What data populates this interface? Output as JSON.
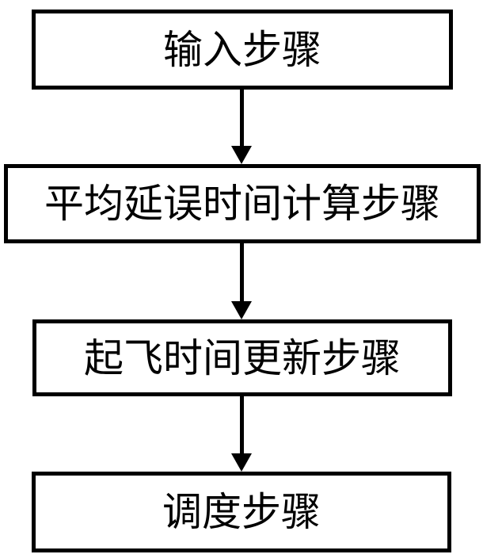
{
  "diagram": {
    "type": "flowchart",
    "direction": "top-to-bottom",
    "colors": {
      "background": "#ffffff",
      "border": "#000000",
      "text": "#000000",
      "arrow": "#000000"
    },
    "nodes": [
      {
        "id": "input-step",
        "label": "输入步骤"
      },
      {
        "id": "average-delay-time-calculation-step",
        "label": "平均延误时间计算步骤"
      },
      {
        "id": "takeoff-time-update-step",
        "label": "起飞时间更新步骤"
      },
      {
        "id": "scheduling-step",
        "label": "调度步骤"
      }
    ],
    "edges": [
      {
        "from": "input-step",
        "to": "average-delay-time-calculation-step",
        "style": "solid-arrow-down"
      },
      {
        "from": "average-delay-time-calculation-step",
        "to": "takeoff-time-update-step",
        "style": "solid-arrow-down"
      },
      {
        "from": "takeoff-time-update-step",
        "to": "scheduling-step",
        "style": "solid-arrow-down"
      }
    ]
  }
}
